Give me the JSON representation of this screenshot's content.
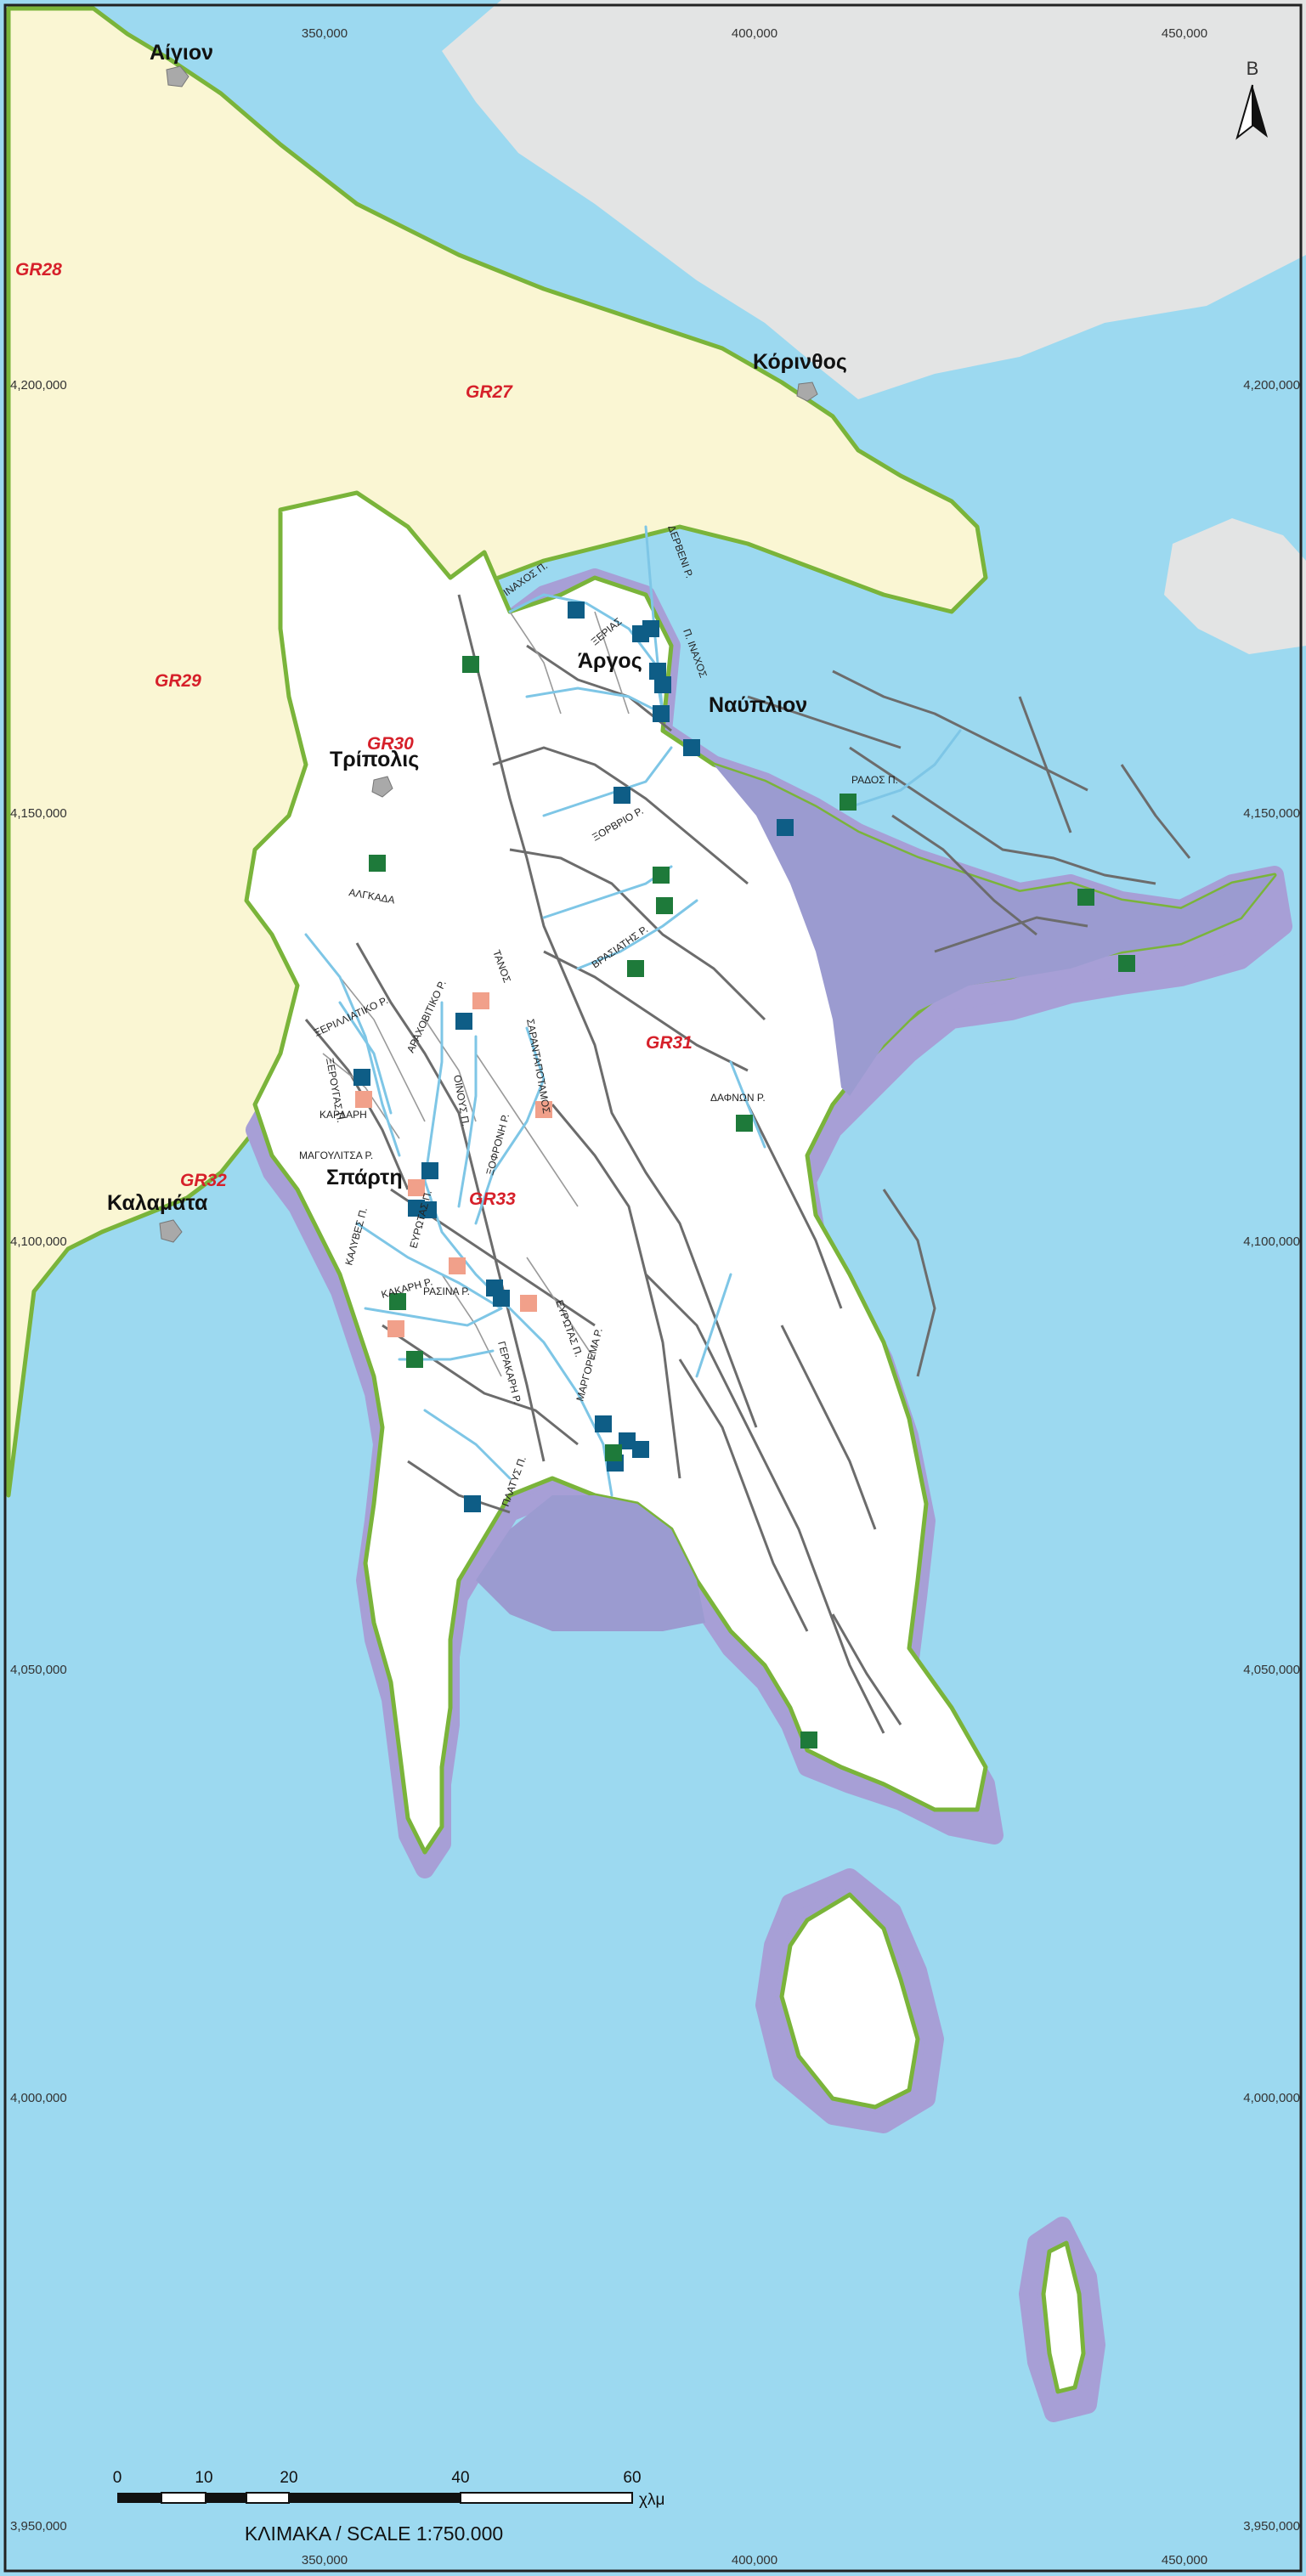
{
  "map": {
    "north_arrow_label": "B",
    "easting_ticks": [
      {
        "value": 350000,
        "label": "350,000"
      },
      {
        "value": 400000,
        "label": "400,000"
      },
      {
        "value": 450000,
        "label": "450,000"
      }
    ],
    "northing_ticks": [
      {
        "value": 4200000,
        "label": "4,200,000"
      },
      {
        "value": 4150000,
        "label": "4,150,000"
      },
      {
        "value": 4100000,
        "label": "4,100,000"
      },
      {
        "value": 4050000,
        "label": "4,050,000"
      },
      {
        "value": 4000000,
        "label": "4,000,000"
      },
      {
        "value": 3950000,
        "label": "3,950,000"
      }
    ],
    "rbd_labels": [
      "GR28",
      "GR27",
      "GR29",
      "GR30",
      "GR31",
      "GR32",
      "GR33"
    ],
    "cities": [
      "Αίγιον",
      "Κόρινθος",
      "Άργος",
      "Ναύπλιον",
      "Τρίπολις",
      "Σπάρτη",
      "Καλαμάτα"
    ],
    "rivers": [
      "ΙΝΑΧΟΣ Π.",
      "ΞΕΡΙΑΣ",
      "ΔΕΡΒΕΝΙ Ρ.",
      "Π. ΙΝΑΧΟΣ",
      "ΡΑΔΟΣ Π.",
      "ΞΟΡΒΡΙΟ Ρ.",
      "ΑΛΓΚΑΔΑ",
      "ΒΡΑΣΙΑΤΗΣ Ρ.",
      "ΤΑΝΟΣ",
      "ΔΑΦΝΩΝ Ρ.",
      "ΞΕΡΙΛΛΙΑΤΙΚΟ Ρ.",
      "ΑΡΑΧΟΒΙΤΙΚΟ Ρ.",
      "ΞΕΡΟΥΓΑΣ Π.",
      "ΟΙΝΟΥΣ Π.",
      "ΣΑΡΑΝΤΑΠΟΤΑΜΟΣ",
      "ΚΑΡΔΑΡΗ",
      "ΜΑΓΟΥΛΙΤΣΑ Ρ.",
      "ΞΟΦΡΟΝΗ Ρ.",
      "ΚΑΛΥΒΕΣ Π.",
      "ΕΥΡΩΤΑΣ Π.",
      "ΚΑΚΑΡΗ Ρ.",
      "ΡΑΣΙΝΑ Ρ.",
      "ΕΥΡΩΤΑΣ Π.",
      "ΓΕΡΑΚΑΡΗ Ρ.",
      "ΜΑΡΓΟΡΕΜΑ Ρ.",
      "ΠΛΑΤΥΣ Π."
    ]
  },
  "scale_bar": {
    "tick_labels": [
      "0",
      "10",
      "20",
      "40",
      "60"
    ],
    "unit": "χλμ",
    "title": "ΚΛΙΜΑΚΑ / SCALE 1:750.000"
  },
  "colors": {
    "sea": "#9cd9f0",
    "neighbor_rbd": "#faf6d3",
    "rbd_boundary": "#7ab43a",
    "coastal_zone": "#a79fd6",
    "station_dark": "#0e5d86",
    "station_green": "#1e7a3a",
    "station_pink": "#f1a08a",
    "rbd_label": "#d6202a"
  }
}
